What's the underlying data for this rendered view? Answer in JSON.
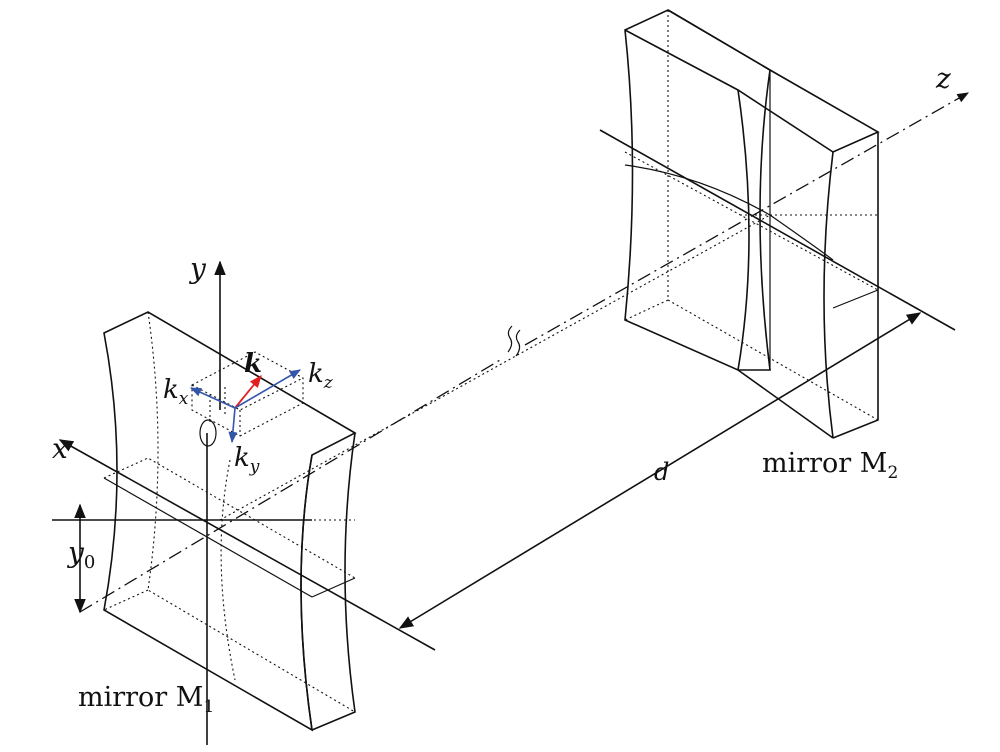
{
  "labels": {
    "axis_y": "y",
    "axis_x": "x",
    "axis_z": "z",
    "vec_k": "k",
    "vec_kx": "k",
    "vec_kx_sub": "x",
    "vec_ky": "k",
    "vec_ky_sub": "y",
    "vec_kz": "k",
    "vec_kz_sub": "z",
    "offset_y0": "y",
    "offset_y0_sub": "0",
    "distance": "d",
    "mirror1": "mirror M",
    "mirror1_sub": "1",
    "mirror2": "mirror M",
    "mirror2_sub": "2"
  },
  "colors": {
    "line": "#111111",
    "k_vector": "#e02020",
    "components": "#3355aa"
  }
}
